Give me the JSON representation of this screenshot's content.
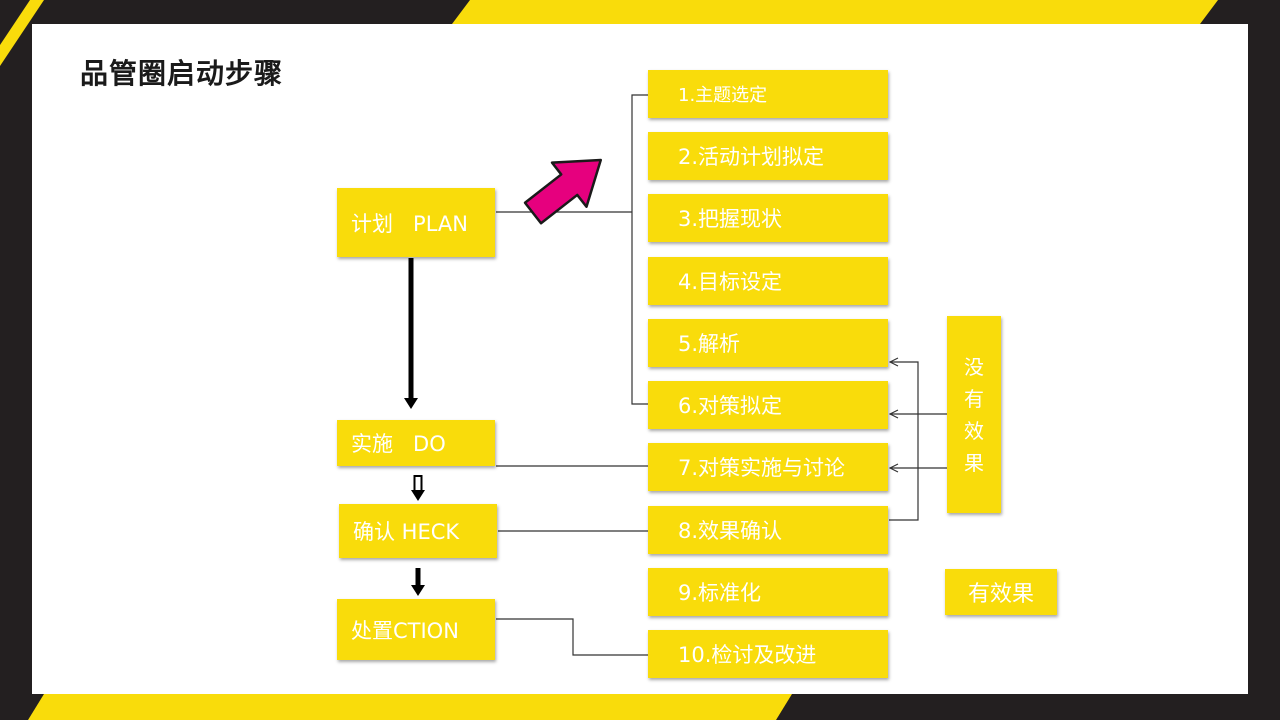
{
  "colors": {
    "background": "#231f20",
    "accent": "#f9dc0b",
    "arrow": "#e6007e",
    "line": "#000000"
  },
  "title": "品管圈启动步骤",
  "phases": {
    "plan": "计划   PLAN",
    "do": "实施   DO",
    "check": "确认 HECK",
    "action": "处置CTION"
  },
  "steps": [
    "1.主题选定",
    "2.活动计划拟定",
    "3.把握现状",
    "4.目标设定",
    "5.解析",
    "6.对策拟定",
    "7.对策实施与讨论",
    "8.效果确认",
    "9.标准化",
    "10.检讨及改进"
  ],
  "outcomes": {
    "no_effect_chars": [
      "没",
      "有",
      "效",
      "果"
    ],
    "effective": "有效果"
  },
  "icons": {
    "emphasis_arrow": "pink-arrow-icon",
    "flow_arrow": "down-arrow-icon"
  }
}
